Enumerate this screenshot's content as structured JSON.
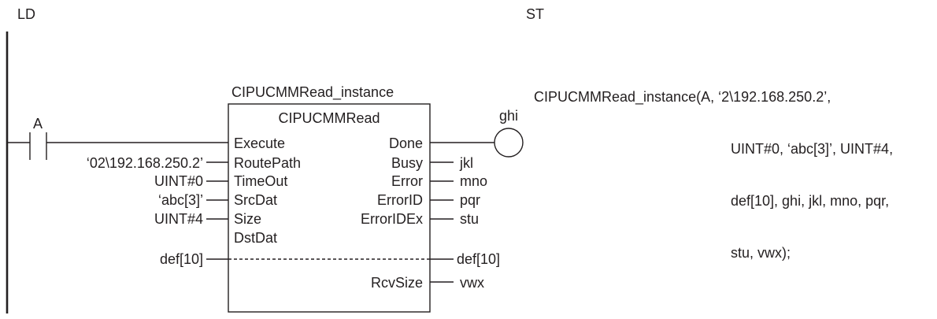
{
  "headers": {
    "ld": "LD",
    "st": "ST"
  },
  "ld": {
    "contact": "A",
    "instance_name": "CIPUCMMRead_instance",
    "function_name": "CIPUCMMRead",
    "inputs": [
      {
        "pin": "Execute",
        "value": ""
      },
      {
        "pin": "RoutePath",
        "value": "‘02\\192.168.250.2’"
      },
      {
        "pin": "TimeOut",
        "value": "UINT#0"
      },
      {
        "pin": "SrcDat",
        "value": "‘abc[3]’"
      },
      {
        "pin": "Size",
        "value": "UINT#4"
      },
      {
        "pin": "DstDat",
        "value": ""
      }
    ],
    "outputs": [
      {
        "pin": "Done",
        "value": ""
      },
      {
        "pin": "Busy",
        "value": "jkl"
      },
      {
        "pin": "Error",
        "value": "mno"
      },
      {
        "pin": "ErrorID",
        "value": "pqr"
      },
      {
        "pin": "ErrorIDEx",
        "value": "stu"
      }
    ],
    "inout_in": "def[10]",
    "inout_out": "def[10]",
    "rcvsize_pin": "RcvSize",
    "rcvsize_value": "vwx",
    "coil": "ghi"
  },
  "st": {
    "lines": [
      "CIPUCMMRead_instance(A, ‘2\\192.168.250.2’,",
      "UINT#0, ‘abc[3]’, UINT#4,",
      "def[10], ghi, jkl, mno, pqr,",
      "stu, vwx);"
    ]
  }
}
